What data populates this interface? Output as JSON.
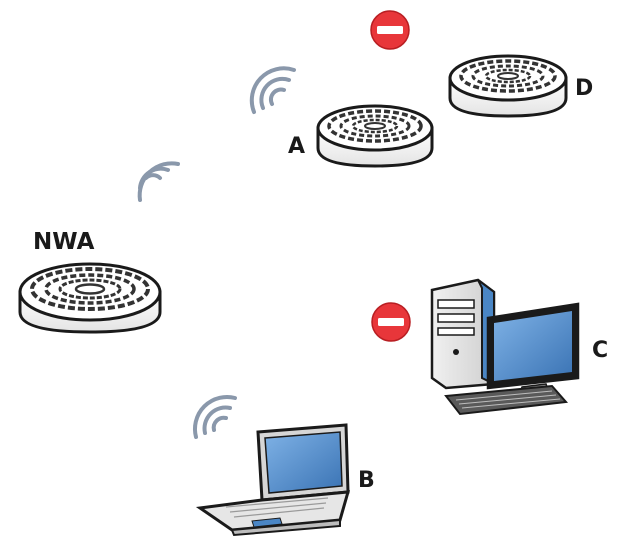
{
  "diagram": {
    "nodes": {
      "nwa": {
        "label": "NWA"
      },
      "a": {
        "label": "A"
      },
      "b": {
        "label": "B"
      },
      "c": {
        "label": "C"
      },
      "d": {
        "label": "D"
      }
    }
  },
  "colors": {
    "signal": "#8a98ab",
    "blocked": "#e8363a",
    "outline": "#1a1a1a",
    "screen": "#4a86c5"
  },
  "icons": [
    "access-point-icon",
    "wifi-signal-icon",
    "blocked-icon",
    "laptop-icon",
    "desktop-computer-icon"
  ]
}
